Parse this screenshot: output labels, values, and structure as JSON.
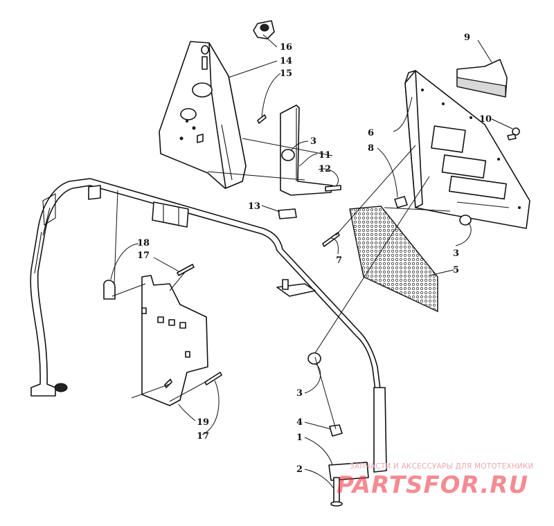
{
  "diagram": {
    "callouts": [
      {
        "id": "c16",
        "text": "16"
      },
      {
        "id": "c14",
        "text": "14"
      },
      {
        "id": "c15",
        "text": "15"
      },
      {
        "id": "c9",
        "text": "9"
      },
      {
        "id": "c10",
        "text": "10"
      },
      {
        "id": "c6",
        "text": "6"
      },
      {
        "id": "c8",
        "text": "8"
      },
      {
        "id": "c3a",
        "text": "3"
      },
      {
        "id": "c11",
        "text": "11"
      },
      {
        "id": "c12",
        "text": "12"
      },
      {
        "id": "c13",
        "text": "13"
      },
      {
        "id": "c7",
        "text": "7"
      },
      {
        "id": "c3b",
        "text": "3"
      },
      {
        "id": "c5",
        "text": "5"
      },
      {
        "id": "c18",
        "text": "18"
      },
      {
        "id": "c17a",
        "text": "17"
      },
      {
        "id": "c3c",
        "text": "3"
      },
      {
        "id": "c4",
        "text": "4"
      },
      {
        "id": "c1",
        "text": "1"
      },
      {
        "id": "c2",
        "text": "2"
      },
      {
        "id": "c19",
        "text": "19"
      },
      {
        "id": "c17b",
        "text": "17"
      }
    ]
  },
  "watermark": {
    "caption": "ЗАПЧАСТИ И АКСЕССУАРЫ ДЛЯ МОТОТЕХНИКИ",
    "logo": "PARTSFOR.RU",
    "color": "#ee2d3a"
  }
}
